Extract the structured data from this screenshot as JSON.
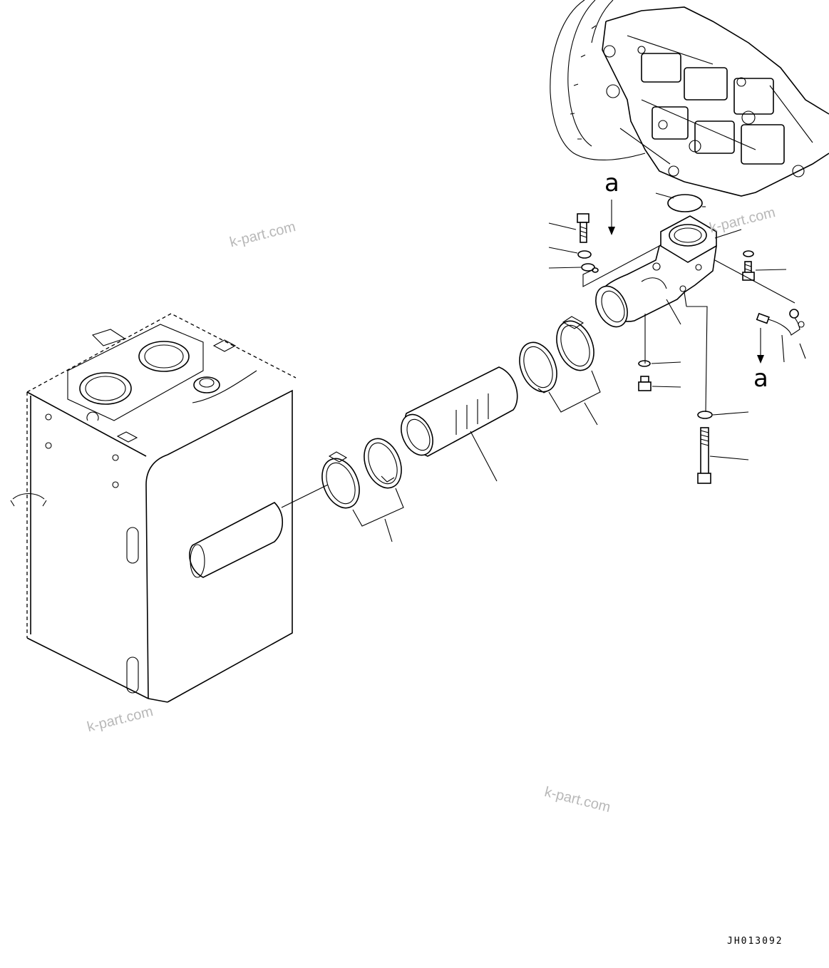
{
  "watermarks": [
    "k-part.com",
    "k-part.com",
    "k-part.com",
    "k-part.com"
  ],
  "callouts": {
    "left": "a",
    "right": "a"
  },
  "drawing_code": "JH013092",
  "icons": {
    "pump": "hydraulic-pump-assembly-icon",
    "tank": "hydraulic-tank-icon",
    "hose": "suction-hose-icon",
    "elbow": "suction-elbow-icon",
    "clamp": "hose-clamp-icon",
    "bolt": "bolt-icon",
    "washer": "washer-icon",
    "oring": "o-ring-icon",
    "sensor": "sensor-icon",
    "plug": "plug-icon"
  },
  "line_color": "#000000",
  "watermark_color": "#b8b8b8"
}
